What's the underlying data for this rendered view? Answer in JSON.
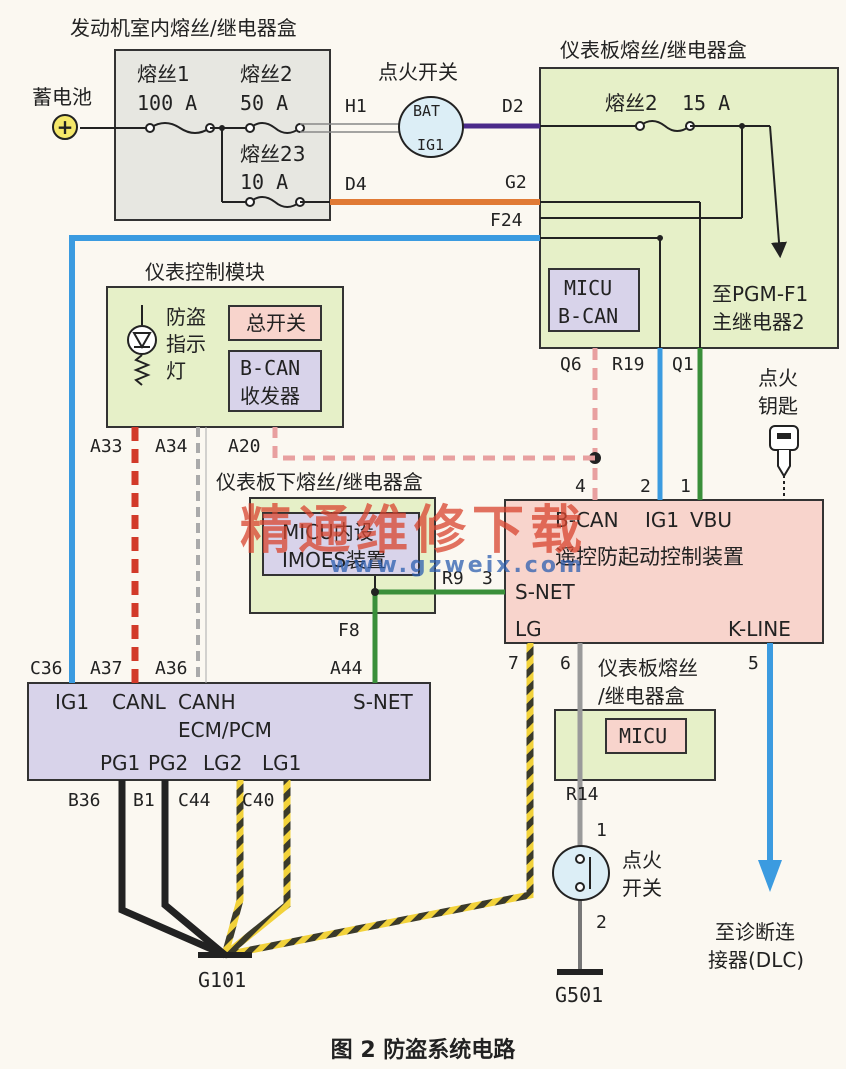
{
  "caption": "图 2 防盗系统电路",
  "watermark": {
    "main": "精通维修下载",
    "url": "www.gzweix.com"
  },
  "engine_fuse_box": {
    "title": "发动机室内熔丝/继电器盒",
    "fuse1_name": "熔丝1",
    "fuse1_rating": "100 A",
    "fuse2_name": "熔丝2",
    "fuse2_rating": "50 A",
    "fuse23_name": "熔丝23",
    "fuse23_rating": "10 A"
  },
  "battery": {
    "label": "蓄电池",
    "symbol": "+"
  },
  "ignition_switch_top": {
    "title": "点火开关",
    "bat": "BAT",
    "ig1": "IG1"
  },
  "dash_fuse_box": {
    "title": "仪表板熔丝/继电器盒",
    "fuse_name": "熔丝2",
    "fuse_rating": "15 A",
    "micu": "MICU",
    "bcan": "B-CAN",
    "relay_note_1": "至PGM-F1",
    "relay_note_2": "主继电器2"
  },
  "instrument_module": {
    "title": "仪表控制模块",
    "indicator": [
      "防盗",
      "指示",
      "灯"
    ],
    "master_switch": "总开关",
    "transceiver_1": "B-CAN",
    "transceiver_2": "收发器"
  },
  "under_dash_box": {
    "title": "仪表板下熔丝/继电器盒",
    "micu_1": "MICU内设",
    "micu_2": "IMOES装置"
  },
  "immobilizer": {
    "name": "遥控防起动控制装置",
    "bcan": "B-CAN",
    "ig1": "IG1",
    "vbu": "VBU",
    "snet": "S-NET",
    "lg": "LG",
    "kline": "K-LINE"
  },
  "ignition_key": {
    "line1": "点火",
    "line2": "钥匙"
  },
  "ecm": {
    "name": "ECM/PCM",
    "ig1": "IG1",
    "canl": "CANL",
    "canh": "CANH",
    "snet": "S-NET",
    "pg1": "PG1",
    "pg2": "PG2",
    "lg2": "LG2",
    "lg1": "LG1"
  },
  "dash_fuse_box_2": {
    "line1": "仪表板熔丝",
    "line2": "/继电器盒",
    "micu": "MICU"
  },
  "ignition_switch_bottom": {
    "line1": "点火",
    "line2": "开关"
  },
  "dlc": {
    "line1": "至诊断连",
    "line2": "接器(DLC)"
  },
  "grounds": {
    "g101": "G101",
    "g501": "G501"
  },
  "connectors": {
    "h1": "H1",
    "d2": "D2",
    "d4": "D4",
    "g2": "G2",
    "f24": "F24",
    "q6": "Q6",
    "r19": "R19",
    "q1": "Q1",
    "a33": "A33",
    "a34": "A34",
    "a20": "A20",
    "p4": "4",
    "p2": "2",
    "p1": "1",
    "r9": "R9",
    "p3": "3",
    "f8": "F8",
    "c36": "C36",
    "a37": "A37",
    "a36": "A36",
    "a44": "A44",
    "p7": "7",
    "p6": "6",
    "p5": "5",
    "b36": "B36",
    "b1": "B1",
    "c44": "C44",
    "c40": "C40",
    "r14": "R14",
    "s1": "1",
    "s2": "2"
  },
  "colors": {
    "blue": "#3b9be0",
    "green": "#3a8f3a",
    "purple": "#4b2a8a",
    "orange": "#e07a35",
    "red": "#d23a2a",
    "pink": "#e8a0a0",
    "gray": "#9a9a9a",
    "yellow": "#f2d23a",
    "box_fill": "#e7e7e1",
    "green_box": "#e6f0c8",
    "ecm_fill": "#d8d3ea",
    "immo_fill": "#f8d4cc"
  }
}
